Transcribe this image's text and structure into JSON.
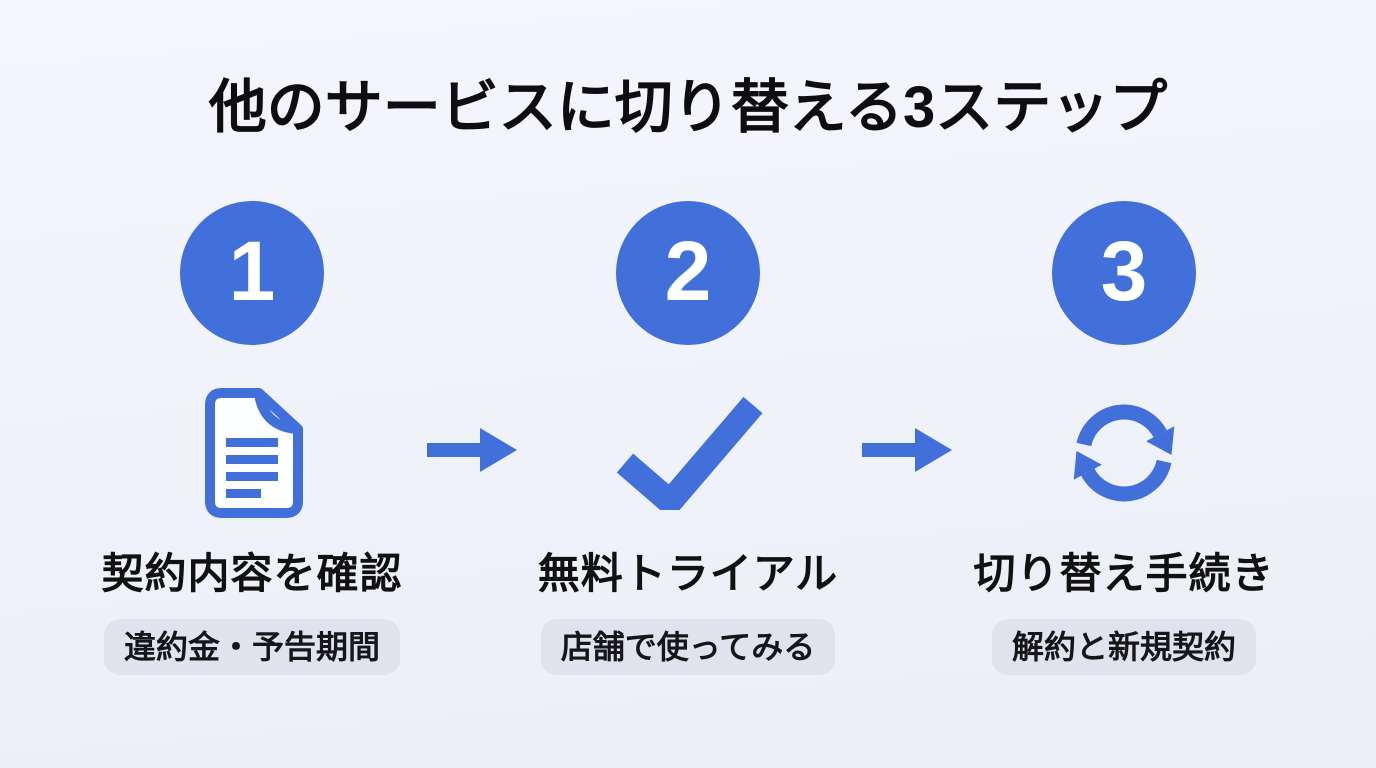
{
  "title": "他のサービスに切り替える3ステップ",
  "colors": {
    "background": "#F0F2FA",
    "accent_blue": "#4170DB",
    "text_dark": "#111111",
    "pill_background": "#E0E3ED",
    "step_number_color": "#FFFFFF"
  },
  "steps": [
    {
      "number": "1",
      "icon": "document-icon",
      "label": "契約内容を確認",
      "badge": "違約金・予告期間"
    },
    {
      "number": "2",
      "icon": "checkmark-icon",
      "label": "無料トライアル",
      "badge": "店舗で使ってみる"
    },
    {
      "number": "3",
      "icon": "refresh-icon",
      "label": "切り替え手続き",
      "badge": "解約と新規契約"
    }
  ]
}
